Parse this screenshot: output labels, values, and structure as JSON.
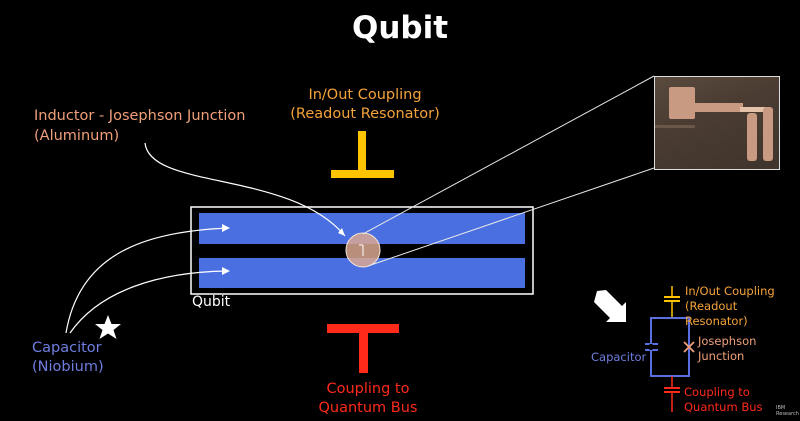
{
  "title": "Qubit",
  "labels": {
    "coupling_in_line1": "In/Out Coupling",
    "coupling_in_line2": "(Readout Resonator)",
    "inductor_line1": "Inductor - Josephson Junction",
    "inductor_line2": "(Aluminum)",
    "capacitor_line1": "Capacitor",
    "capacitor_line2": "(Niobium)",
    "coupling_bus_line1": "Coupling to",
    "coupling_bus_line2": "Quantum Bus",
    "qubit_box": "Qubit"
  },
  "mini_circuit": {
    "in_line1": "In/Out Coupling",
    "in_line2": "(Readout Resonator)",
    "josephson_line1": "Josephson",
    "josephson_line2": "Junction",
    "capacitor": "Capacitor",
    "bus_line1": "Coupling to",
    "bus_line2": "Quantum Bus"
  },
  "watermark": {
    "line1": "IBM",
    "line2": "Research"
  },
  "colors": {
    "orange": "#f5a33b",
    "yellow_bar": "#ffc400",
    "red": "#ff2a1a",
    "blue_plate": "#4a6fe0",
    "label_blue": "#6e7ee0",
    "salmon": "#f0a07a"
  }
}
